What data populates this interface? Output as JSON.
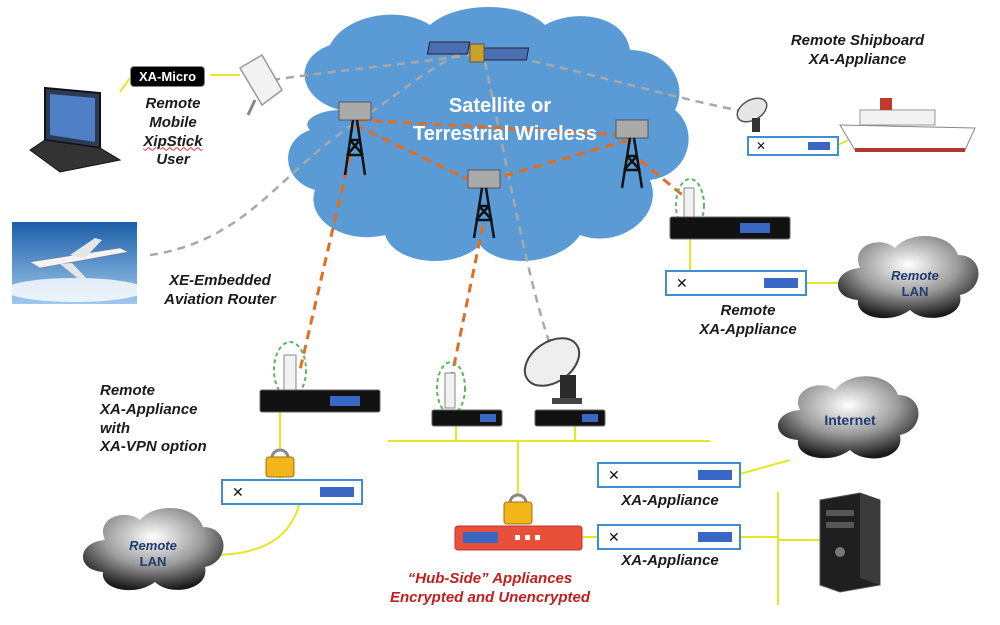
{
  "cloud": {
    "line1": "Satellite or",
    "line2": "Terrestrial Wireless"
  },
  "labels": {
    "xa_micro": "XA-Micro",
    "remote_mobile": [
      "Remote",
      "Mobile",
      "XipStick",
      "User"
    ],
    "shipboard": [
      "Remote Shipboard",
      "XA-Appliance"
    ],
    "aviation": [
      "XE-Embedded",
      "Aviation Router"
    ],
    "remote_xa_right": [
      "Remote",
      "XA-Appliance"
    ],
    "remote_lan_right": [
      "Remote",
      "LAN"
    ],
    "remote_vpn": [
      "Remote",
      "XA-Appliance",
      "with",
      "XA-VPN option"
    ],
    "remote_lan_left": [
      "Remote",
      "LAN"
    ],
    "internet": "Internet",
    "xa_appliance_1": "XA-Appliance",
    "xa_appliance_2": "XA-Appliance",
    "hub_side": [
      "“Hub-Side” Appliances",
      "Encrypted and Unencrypted"
    ]
  },
  "colors": {
    "cloud_blue": "#5b9bd5",
    "hub_red": "#e8503a",
    "link_orange": "#e46c1e",
    "lan_yellow": "#e6e629",
    "appliance_border": "#3e8ed0",
    "caption_red": "#c0201d"
  }
}
